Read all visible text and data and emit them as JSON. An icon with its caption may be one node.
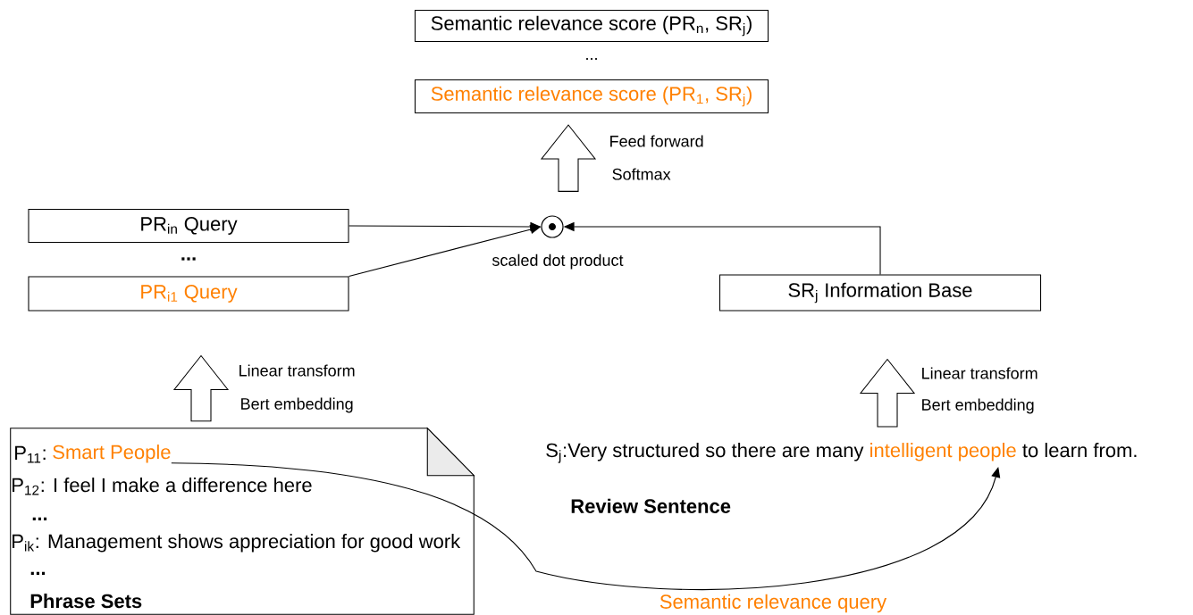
{
  "diagram": {
    "nodes": [
      {
        "text": [
          "Semantic relevance score (PR$_{n}$, SR$_{j}$)"
        ]
      },
      {
        "text": [
          "Semantic relevance score (PR$_{1}$, SR$_{j}$)"
        ]
      },
      {
        "text": [
          "PR$_{in}$ Query"
        ]
      },
      {
        "text": [
          "PR$_{i1}$ Query"
        ]
      },
      {
        "text": [],
        "shape": "circle",
        "beside": [
          "scaled dot product"
        ]
      },
      {
        "text": [
          "SR$_{j}$ Information Base"
        ]
      },
      {
        "text": [
          "P$_{11}$:",
          "P$_{12}$: I feel I make a difference here",
          "...",
          "P$_{ik}$: Management shows appreciation for good work",
          "...",
          "Phrase Sets"
        ]
      },
      {
        "text": [
          "Smart People"
        ],
        "in": 6
      },
      {
        "text": [
          "S$_{j}$:Very structured so there are many",
          "to learn from.",
          "Review Sentence"
        ]
      },
      {
        "text": [
          "intelligent people"
        ],
        "in": 8
      }
    ],
    "edges": [
      {
        "from": 2,
        "to": 4,
        "arrow": "to"
      },
      {
        "from": 3,
        "to": 4,
        "arrow": "to"
      },
      {
        "from": 5,
        "to": 4,
        "arrow": "to"
      },
      {
        "from": 4,
        "to": 1,
        "arrow": "to",
        "style": "thick"
      },
      {
        "from": 6,
        "to": 3,
        "arrow": "to",
        "style": "thick"
      },
      {
        "from": 8,
        "to": 5,
        "arrow": "to",
        "style": "thick"
      },
      {
        "from": 7,
        "to": 9,
        "arrow": "to",
        "label": "Semantic relevance query"
      }
    ],
    "labels": [
      "...",
      "Feed forward",
      "Softmax",
      "...",
      "Linear transform",
      "Bert embedding",
      "Linear transform",
      "Bert embedding"
    ]
  }
}
